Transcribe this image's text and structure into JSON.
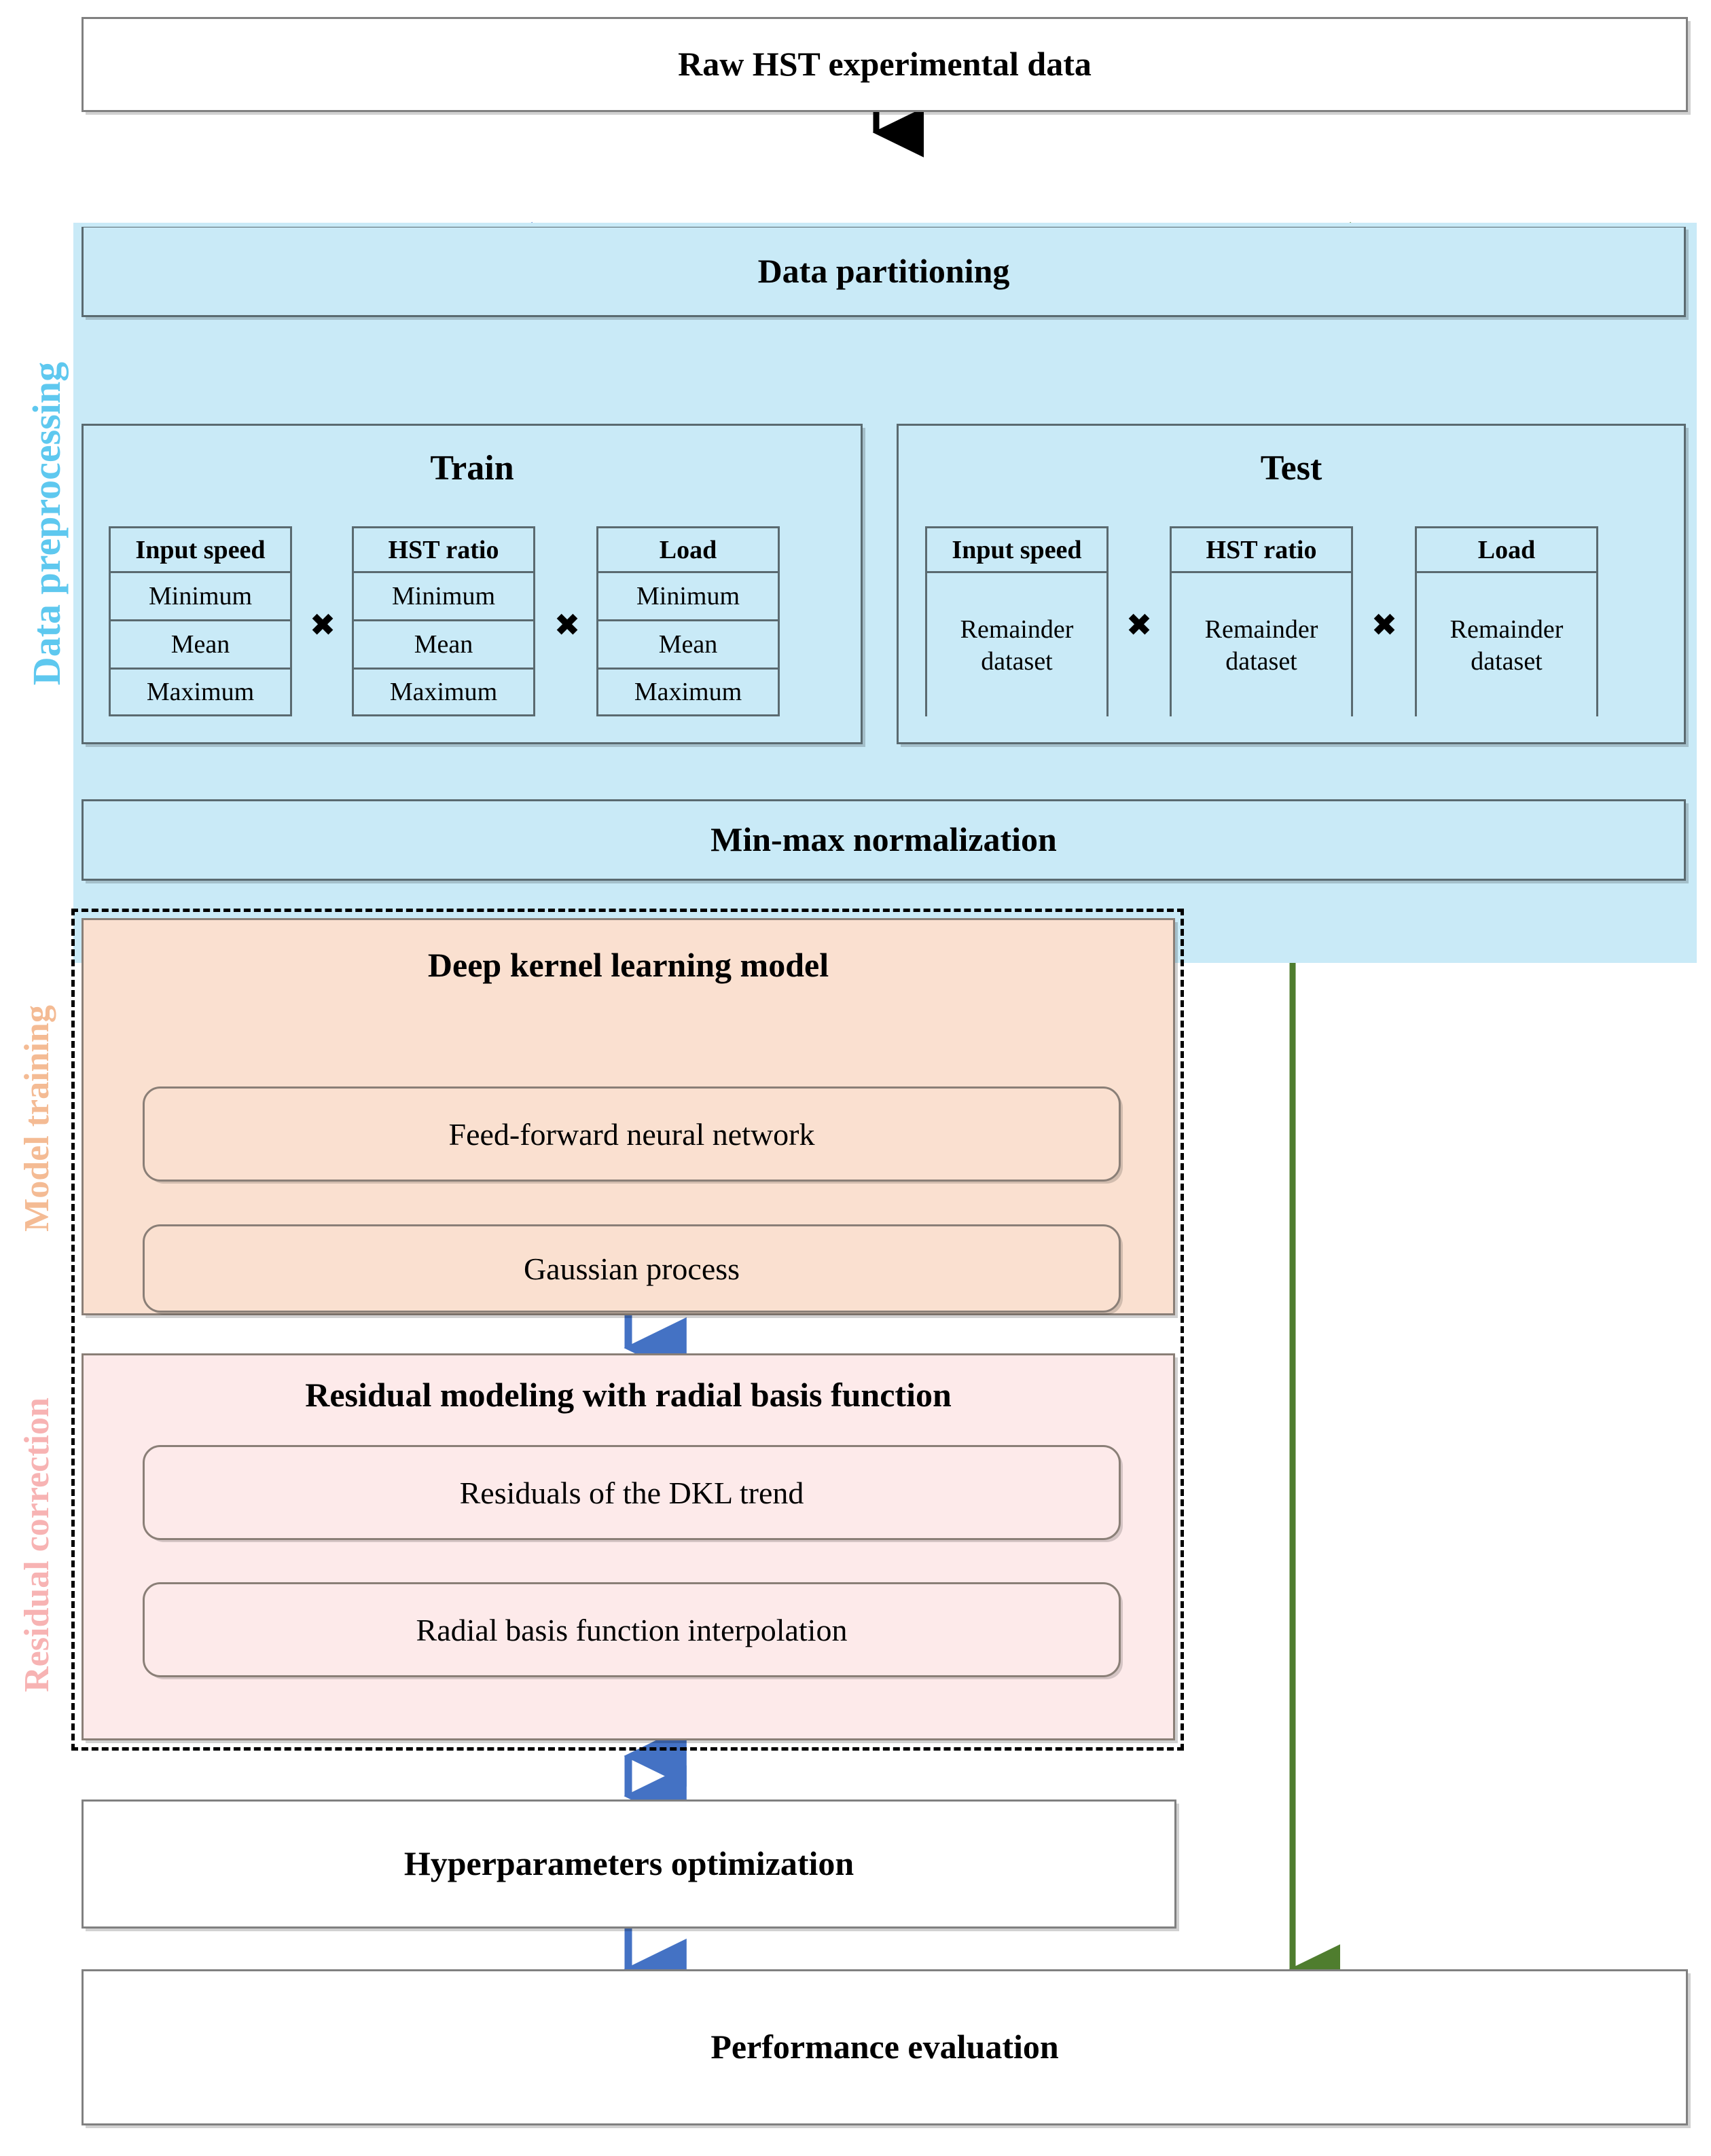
{
  "diagram": {
    "title_top": "Raw HST experimental data",
    "stages": [
      {
        "id": "raw",
        "label": "Raw HST experimental data"
      },
      {
        "id": "partition",
        "label": "Data partitioning"
      },
      {
        "id": "normalize",
        "label": "Min-max normalization"
      },
      {
        "id": "hyperopt",
        "label": "Hyperparameters optimization"
      },
      {
        "id": "evaluate",
        "label": "Performance evaluation"
      }
    ],
    "side_labels": [
      {
        "id": "data-preprocessing",
        "label": "Data preprocessing",
        "color": "#5ec8ef"
      },
      {
        "id": "model-training",
        "label": "Model training",
        "color": "#f4bb94"
      },
      {
        "id": "residual-correction",
        "label": "Residual correction",
        "color": "#f7b3b3"
      }
    ],
    "split": {
      "train": {
        "title": "Train",
        "columns": [
          {
            "header": "Input speed",
            "rows": [
              "Minimum",
              "Mean",
              "Maximum"
            ]
          },
          {
            "header": "HST ratio",
            "rows": [
              "Minimum",
              "Mean",
              "Maximum"
            ]
          },
          {
            "header": "Load",
            "rows": [
              "Minimum",
              "Mean",
              "Maximum"
            ]
          }
        ],
        "operator": "✖"
      },
      "test": {
        "title": "Test",
        "columns": [
          {
            "header": "Input speed",
            "rows": [
              "Remainder dataset"
            ]
          },
          {
            "header": "HST ratio",
            "rows": [
              "Remainder dataset"
            ]
          },
          {
            "header": "Load",
            "rows": [
              "Remainder dataset"
            ]
          }
        ],
        "operator": "✖"
      }
    },
    "model_training": {
      "title": "Deep kernel learning model",
      "steps": [
        {
          "label": "Feed-forward neural network"
        },
        {
          "label": "Gaussian process"
        }
      ]
    },
    "residual_correction": {
      "title": "Residual modeling with radial basis function",
      "steps": [
        {
          "label": "Residuals of the DKL trend"
        },
        {
          "label": "Radial basis function interpolation"
        }
      ]
    },
    "colors": {
      "panel_blue": "#c9eaf7",
      "panel_orange": "#fae0d0",
      "panel_pink": "#fdeaea",
      "arrow_blue": "#4472c4",
      "arrow_green": "#4f7d2e",
      "arrow_black": "#000000",
      "box_border": "#5a6a70",
      "plain_border": "#808080"
    }
  }
}
